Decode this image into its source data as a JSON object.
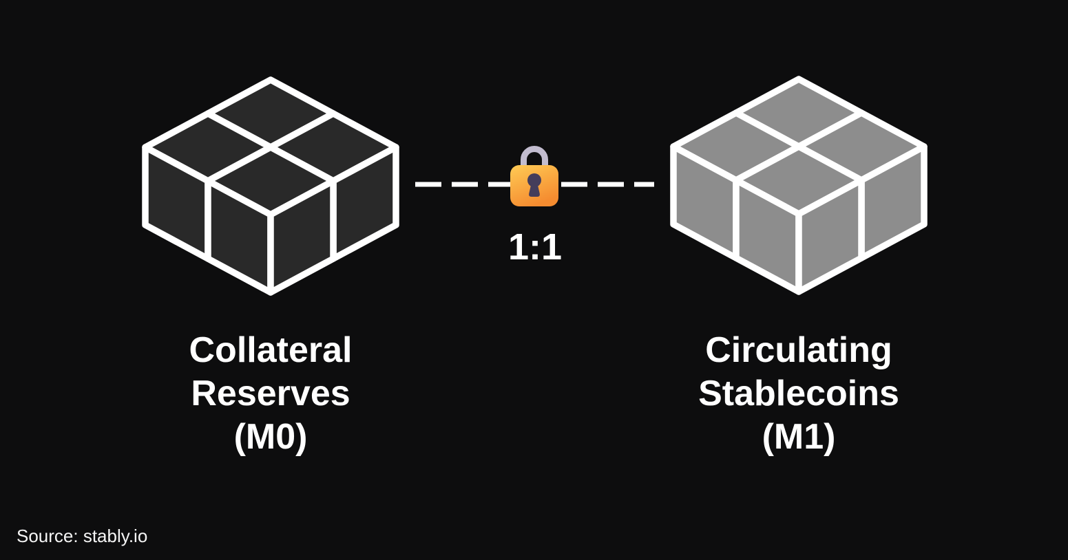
{
  "background_color": "#0d0d0e",
  "diagram": {
    "left_block": {
      "label_lines": [
        "Collateral",
        "Reserves",
        "(M0)"
      ],
      "fill_color": "#292929",
      "stroke_color": "#ffffff",
      "cubes_visible": 4
    },
    "right_block": {
      "label_lines": [
        "Circulating",
        "Stablecoins",
        "(M1)"
      ],
      "fill_color": "#8d8d8d",
      "stroke_color": "#ffffff",
      "cubes_visible": 4
    },
    "connector": {
      "ratio_label": "1:1",
      "line_color": "#ffffff",
      "icon": "lock-icon",
      "lock_body_color_top": "#ffcb55",
      "lock_body_color_bottom": "#f58c30",
      "lock_shackle_color": "#c2bccf",
      "lock_keyhole_color": "#443d5b"
    }
  },
  "footer": {
    "source_text": "Source: stably.io"
  }
}
